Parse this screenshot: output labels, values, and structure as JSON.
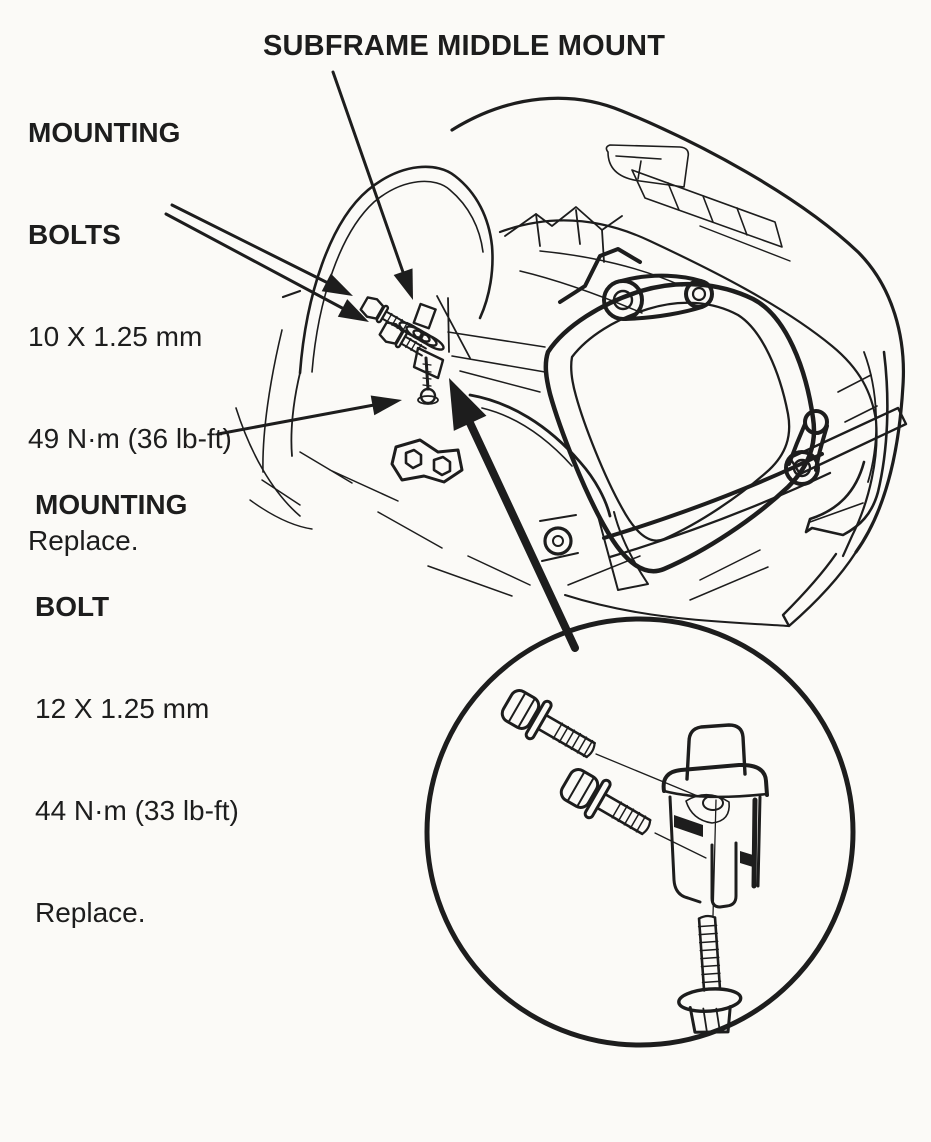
{
  "figure": {
    "title": "SUBFRAME MIDDLE MOUNT",
    "callouts": [
      {
        "id": "mounting-bolts",
        "line1": "MOUNTING",
        "line2": "BOLTS",
        "size": "10 X 1.25 mm",
        "torque": "49 N·m (36 lb-ft)",
        "note": "Replace."
      },
      {
        "id": "mounting-bolt",
        "line1": "MOUNTING",
        "line2": "BOLT",
        "size": "12 X 1.25 mm",
        "torque": "44 N·m (33 lb-ft)",
        "note": "Replace."
      }
    ],
    "colors": {
      "ink": "#1d1d1d",
      "paper": "#fbfaf7"
    }
  }
}
